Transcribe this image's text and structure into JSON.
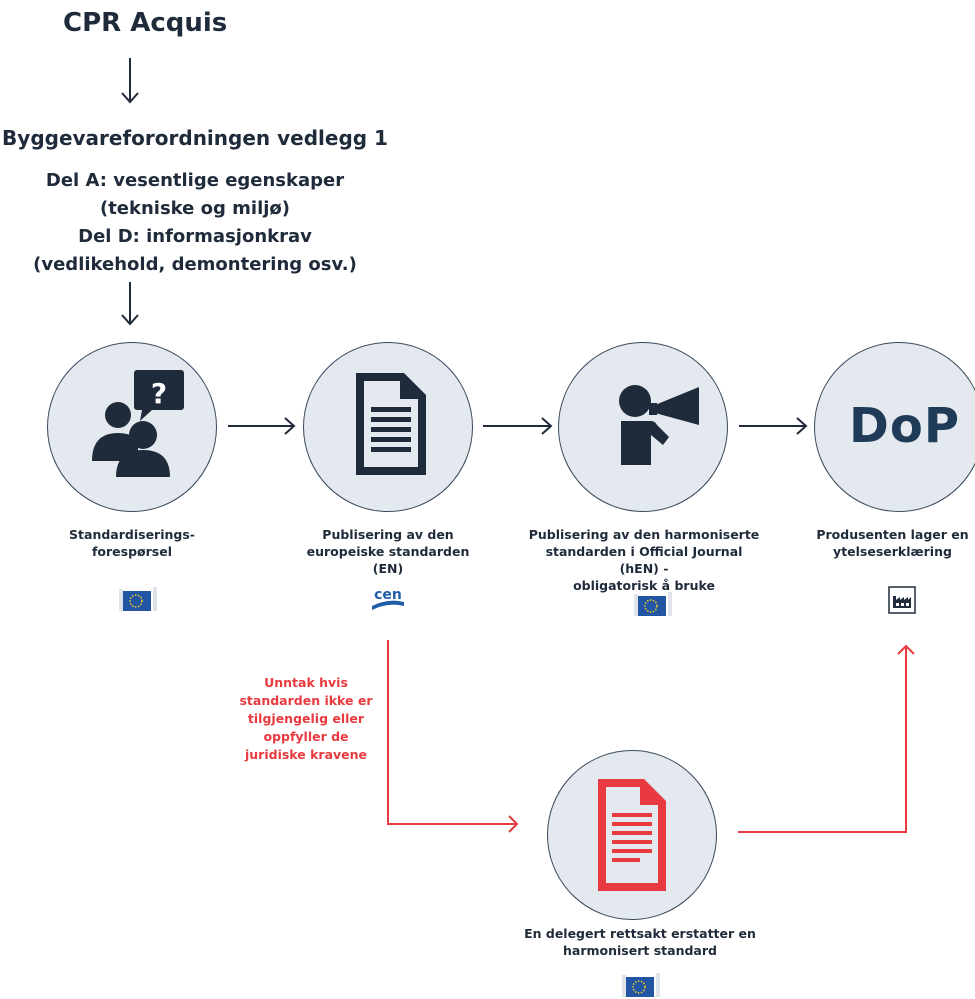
{
  "title": "CPR Acquis",
  "regulation": "Byggevareforordningen vedlegg 1",
  "parts": [
    "Del A:  vesentlige egenskaper",
    "(tekniske og miljø)",
    "Del D: informasjonkrav",
    "(vedlikehold, demontering osv.)"
  ],
  "steps": [
    {
      "label_1": "Standardiserings-",
      "label_2": "forespørsel",
      "icon": "people-question-icon",
      "badge": "eu-flag-icon"
    },
    {
      "label_1": "Publisering av den",
      "label_2": "europeiske standarden (EN)",
      "icon": "document-icon",
      "badge": "cen-logo-icon",
      "badge_text": "cen"
    },
    {
      "label_1": "Publisering av den harmoniserte",
      "label_2": "standarden i Official Journal (hEN)  -",
      "label_3": "obligatorisk å bruke",
      "icon": "megaphone-person-icon",
      "badge": "eu-flag-icon"
    },
    {
      "label_1": "Produsenten lager en",
      "label_2": "ytelseserklæring",
      "icon_text": "DoP",
      "badge": "factory-icon"
    }
  ],
  "exception": {
    "lines": [
      "Unntak hvis",
      "standarden ikke  er",
      "tilgjengelig eller",
      "oppfyller de",
      "juridiske kravene"
    ]
  },
  "delegated": {
    "label_1": "En delegert rettsakt erstatter en",
    "label_2": "harmonisert standard",
    "icon": "red-document-icon",
    "badge": "eu-flag-icon"
  },
  "colors": {
    "navy": "#1f3b57",
    "red": "#e83a3f",
    "circle_fill": "#e3e9ee",
    "eu_blue": "#2255a4",
    "eu_yellow": "#f2cf1f"
  }
}
